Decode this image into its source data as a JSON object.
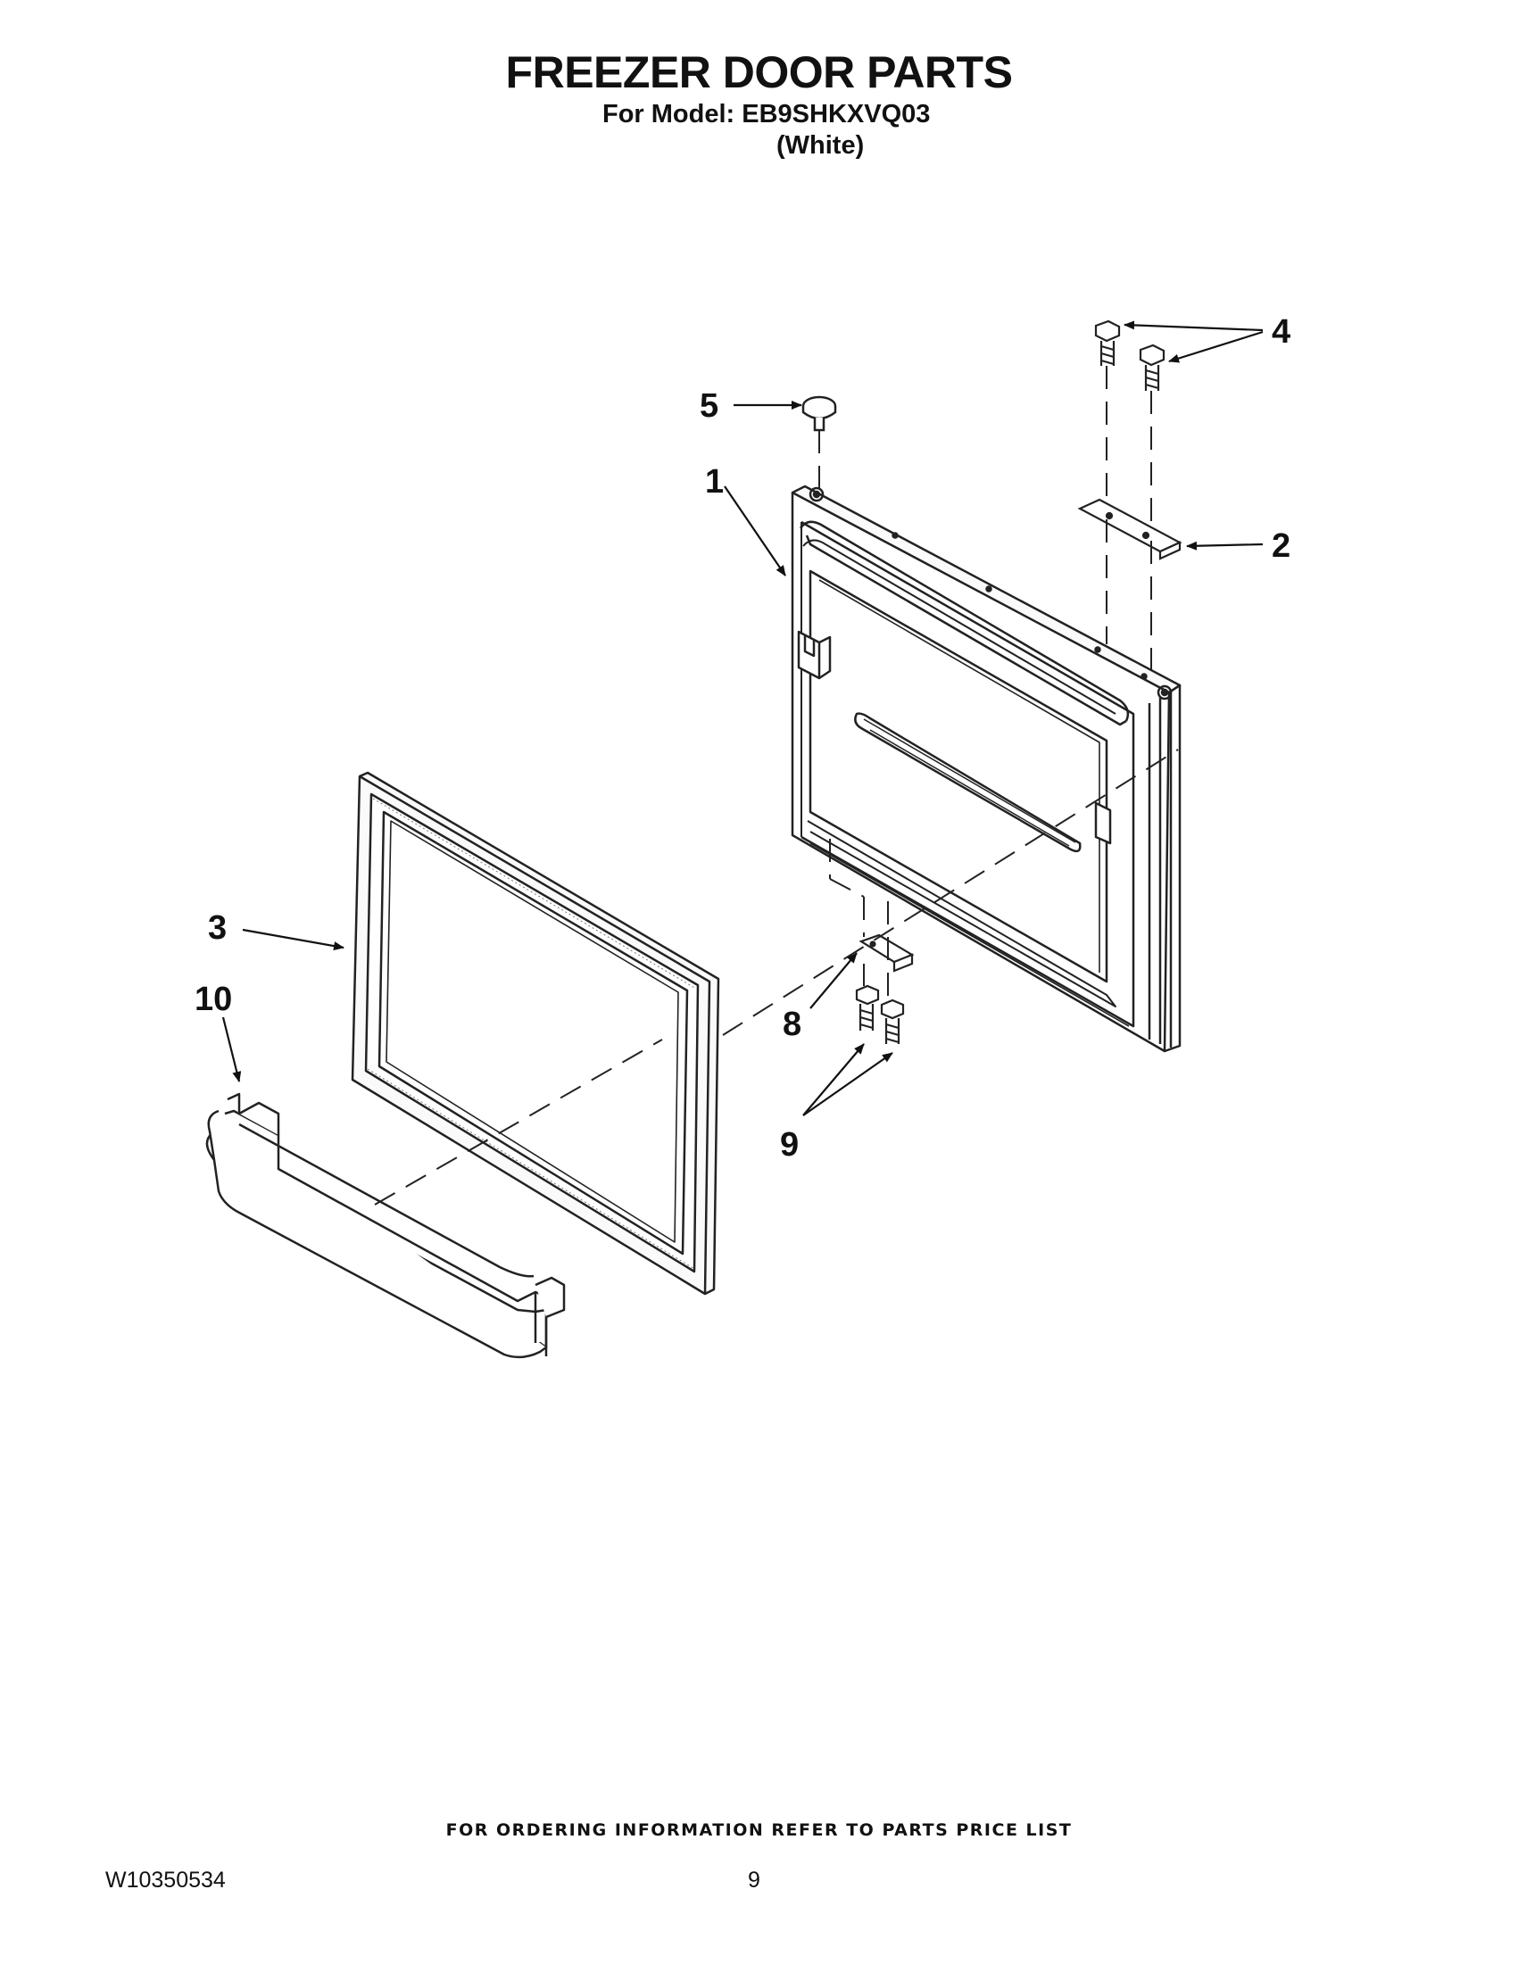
{
  "header": {
    "title": "FREEZER DOOR PARTS",
    "model_line": "For Model: EB9SHKXVQ03",
    "color_line": "(White)"
  },
  "diagram": {
    "callouts": [
      "1",
      "2",
      "3",
      "4",
      "5",
      "8",
      "9",
      "10"
    ]
  },
  "footer": {
    "ordering_note": "FOR ORDERING INFORMATION REFER TO PARTS PRICE LIST",
    "document_number": "W10350534",
    "page_number": "9"
  }
}
